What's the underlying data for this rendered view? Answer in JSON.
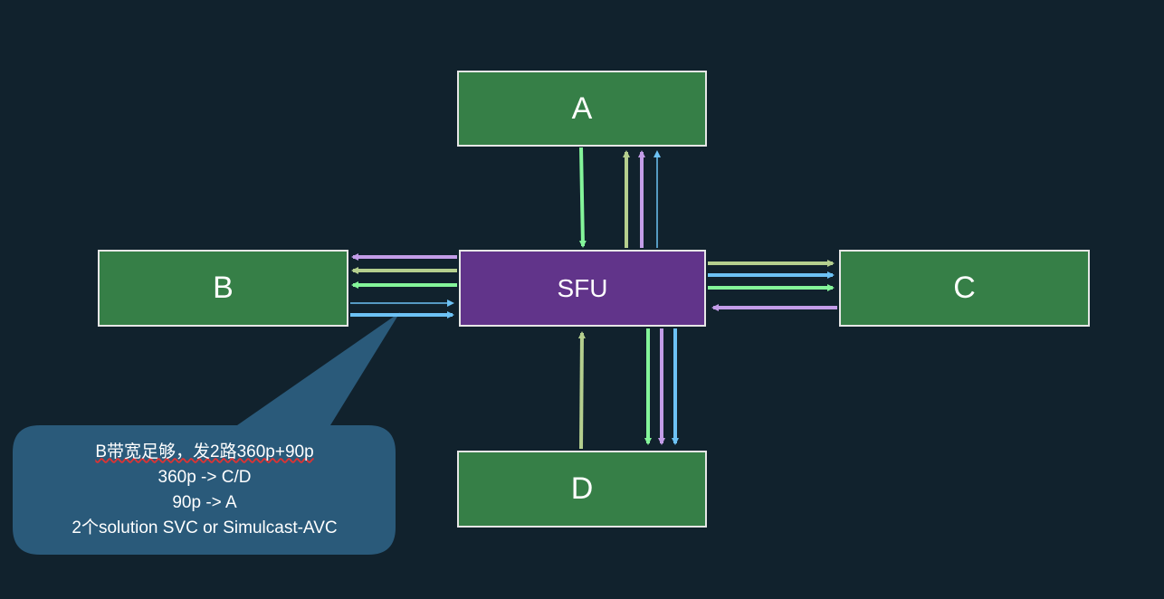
{
  "nodes": {
    "a": "A",
    "b": "B",
    "c": "C",
    "d": "D",
    "sfu": "SFU"
  },
  "callout": {
    "lines": [
      "B带宽足够，发2路360p+90p",
      "360p -> C/D",
      "90p -> A",
      "2个solution SVC or Simulcast-AVC"
    ]
  },
  "colors": {
    "background": "#11222d",
    "node_fill": "#367f47",
    "sfu_fill": "#61348a",
    "callout_fill": "#2a5a7a",
    "arrow_green": "#84f59a",
    "arrow_olive": "#b5cf8e",
    "arrow_purple": "#c39de8",
    "arrow_blue": "#6dc2f5"
  }
}
